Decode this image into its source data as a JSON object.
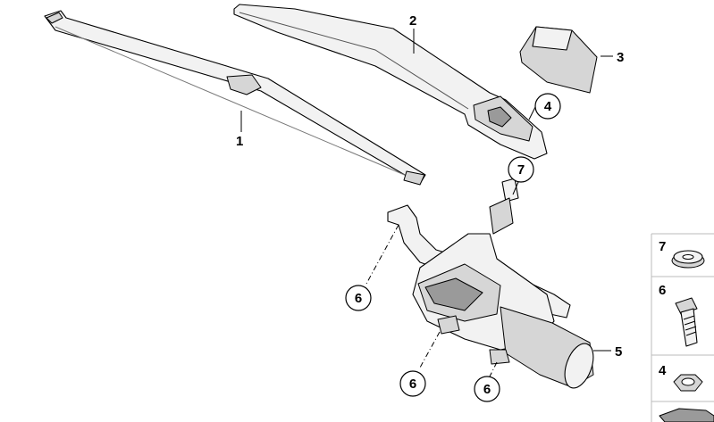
{
  "labels": {
    "blade": "1",
    "arm": "2",
    "cap": "3",
    "arm_nut_callout": "4",
    "motor": "5",
    "mount_bolt_top": "6",
    "mount_bolt_bottom_left": "6",
    "mount_bolt_bottom_right": "6",
    "shaft_cap_callout": "7"
  },
  "sidebar": {
    "items": [
      {
        "number": "7",
        "part": "grommet"
      },
      {
        "number": "6",
        "part": "bolt"
      },
      {
        "number": "4",
        "part": "nut"
      },
      {
        "number": "",
        "part": "clip"
      }
    ]
  },
  "colors": {
    "line": "#000000",
    "fill_light": "#f2f2f2",
    "fill_mid": "#d6d6d6",
    "fill_dark": "#9a9a9a",
    "sidebar_border": "#bbbbbb"
  }
}
